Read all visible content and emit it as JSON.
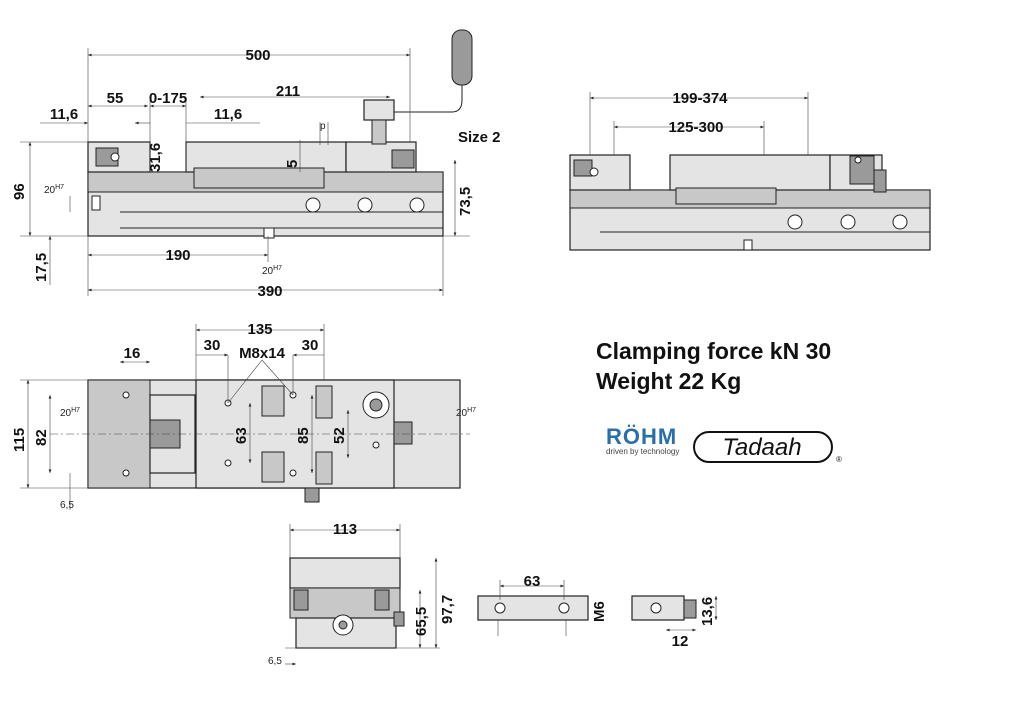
{
  "title": "Size 2",
  "specs": {
    "clamping_force": "Clamping force kN 30",
    "weight_label": "Weight",
    "weight_value": "22 Kg"
  },
  "brands": {
    "rohm_name": "RÖHM",
    "rohm_tagline": "driven by technology",
    "tadaah_name": "Tadaah",
    "registered_mark": "®"
  },
  "side_view": {
    "d500": "500",
    "d55": "55",
    "d0_175": "0-175",
    "d211": "211",
    "d11_6_left": "11,6",
    "d11_6_right": "11,6",
    "p": "p",
    "d31_6": "31,6",
    "d5": "5",
    "d96": "96",
    "d73_5": "73,5",
    "d17_5": "17,5",
    "d190": "190",
    "d390": "390",
    "fit_20": "20",
    "fit_h7": "H7"
  },
  "side_view_right": {
    "d199_374": "199-374",
    "d125_300": "125-300"
  },
  "top_view": {
    "d135": "135",
    "d30_left": "30",
    "d30_right": "30",
    "thread": "M8x14",
    "d16": "16",
    "d115": "115",
    "d82": "82",
    "d63": "63",
    "d85": "85",
    "d52": "52",
    "d6_5": "6,5",
    "fit_20": "20",
    "fit_h7": "H7"
  },
  "front_view": {
    "d113": "113",
    "d65_5": "65,5",
    "d97_7": "97,7",
    "d6_5": "6,5"
  },
  "jaw_view": {
    "d63": "63",
    "m6": "M6",
    "d12": "12",
    "d13_6": "13,6"
  },
  "colors": {
    "rohm_blue": "#2a6fa8",
    "line": "#222222"
  }
}
